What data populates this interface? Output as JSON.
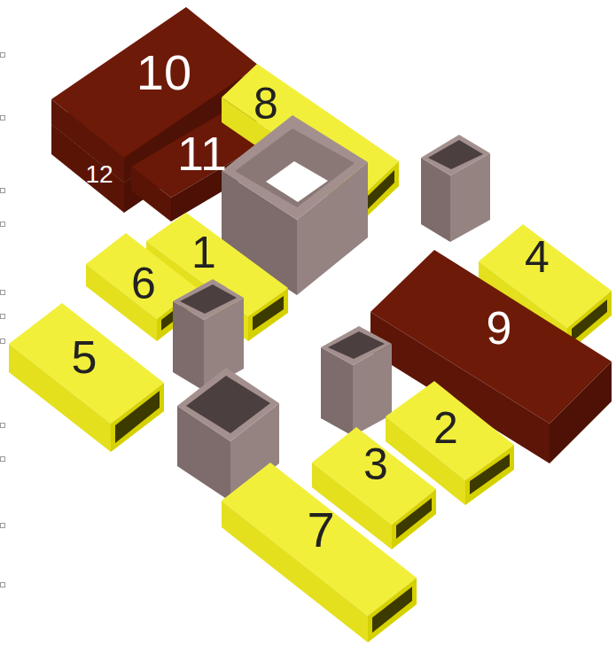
{
  "diagram": {
    "labels": [
      "10",
      "8",
      "12",
      "11",
      "1",
      "6",
      "5",
      "4",
      "9",
      "2",
      "3",
      "7"
    ]
  }
}
